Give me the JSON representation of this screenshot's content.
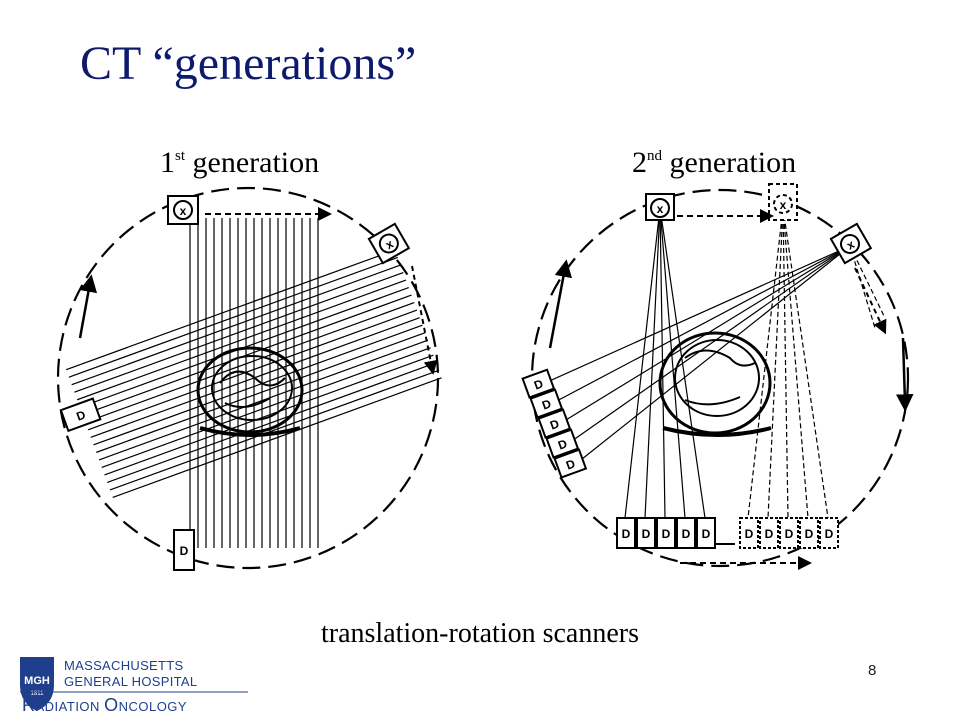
{
  "slide": {
    "title": "CT “generations”",
    "gen1": {
      "number": "1",
      "suffix": "st",
      "label": " generation"
    },
    "gen2": {
      "number": "2",
      "suffix": "nd",
      "label": " generation"
    },
    "caption": "translation-rotation scanners",
    "page_number": "8"
  },
  "diagram": {
    "source_label": "x",
    "detector_label": "D"
  },
  "logo": {
    "shield_text": "MGH",
    "shield_year": "1811",
    "line1": "MASSACHUSETTS",
    "line2": "GENERAL HOSPITAL",
    "dept_initial1": "R",
    "dept_rest1": "ADIATION",
    "dept_initial2": "O",
    "dept_rest2": "NCOLOGY"
  },
  "colors": {
    "title": "#0e1a6e",
    "logo": "#1f3f8c"
  }
}
